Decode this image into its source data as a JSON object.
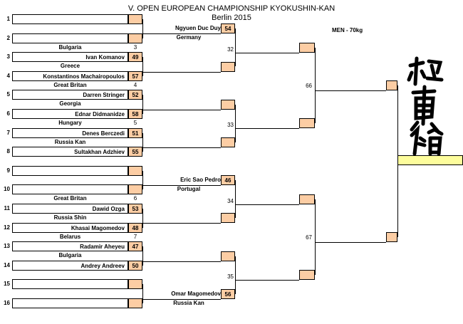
{
  "header": {
    "title": "V. OPEN EUROPEAN CHAMPIONSHIP KYOKUSHIN-KAN",
    "subtitle": "Berlin 2015",
    "weight_class": "MEN  - 70kg"
  },
  "seeds": [
    "1",
    "2",
    "3",
    "4",
    "5",
    "6",
    "7",
    "8",
    "9",
    "10",
    "11",
    "12",
    "13",
    "14",
    "15",
    "16"
  ],
  "round1": {
    "names": [
      "",
      "",
      "Ivan Komanov",
      "Konstantinos Machairopoulos",
      "Darren Stringer",
      "Ednar Didmanidze",
      "Denes Berczedi",
      "Sultakhan Adzhiev",
      "",
      "",
      "Dawid Ozga",
      "Khasai Magomedov",
      "Radamir Aheyeu",
      "Andrey Andreev",
      "",
      ""
    ],
    "scores": [
      "",
      "",
      "49",
      "57",
      "52",
      "58",
      "51",
      "55",
      "",
      "",
      "53",
      "48",
      "47",
      "50",
      "",
      ""
    ],
    "countries": [
      "",
      "Bulgaria",
      "Greece",
      "Great Britan",
      "Georgia",
      "Hungary",
      "Russia Kan",
      "",
      "",
      "Great Britan",
      "Russia Shin",
      "Belarus",
      "Bulgaria",
      "",
      ""
    ],
    "match_nums": [
      "",
      "3",
      "",
      "4",
      "",
      "5",
      "",
      "",
      "",
      "6",
      "",
      "7",
      "",
      "",
      ""
    ]
  },
  "round2": {
    "names": [
      "Ngyuen Duc Duy",
      "",
      "",
      "",
      "Eric Sao Pedro",
      "",
      "",
      "Omar Magomedov"
    ],
    "scores": [
      "54",
      "",
      "",
      "",
      "46",
      "",
      "",
      "56"
    ],
    "countries": [
      "Germany",
      "",
      "",
      "",
      "Portugal",
      "",
      "",
      "Russia Kan"
    ],
    "match_nums": [
      "32",
      "33",
      "34",
      "35"
    ]
  },
  "round3": {
    "match_nums": [
      "66",
      "67"
    ]
  }
}
